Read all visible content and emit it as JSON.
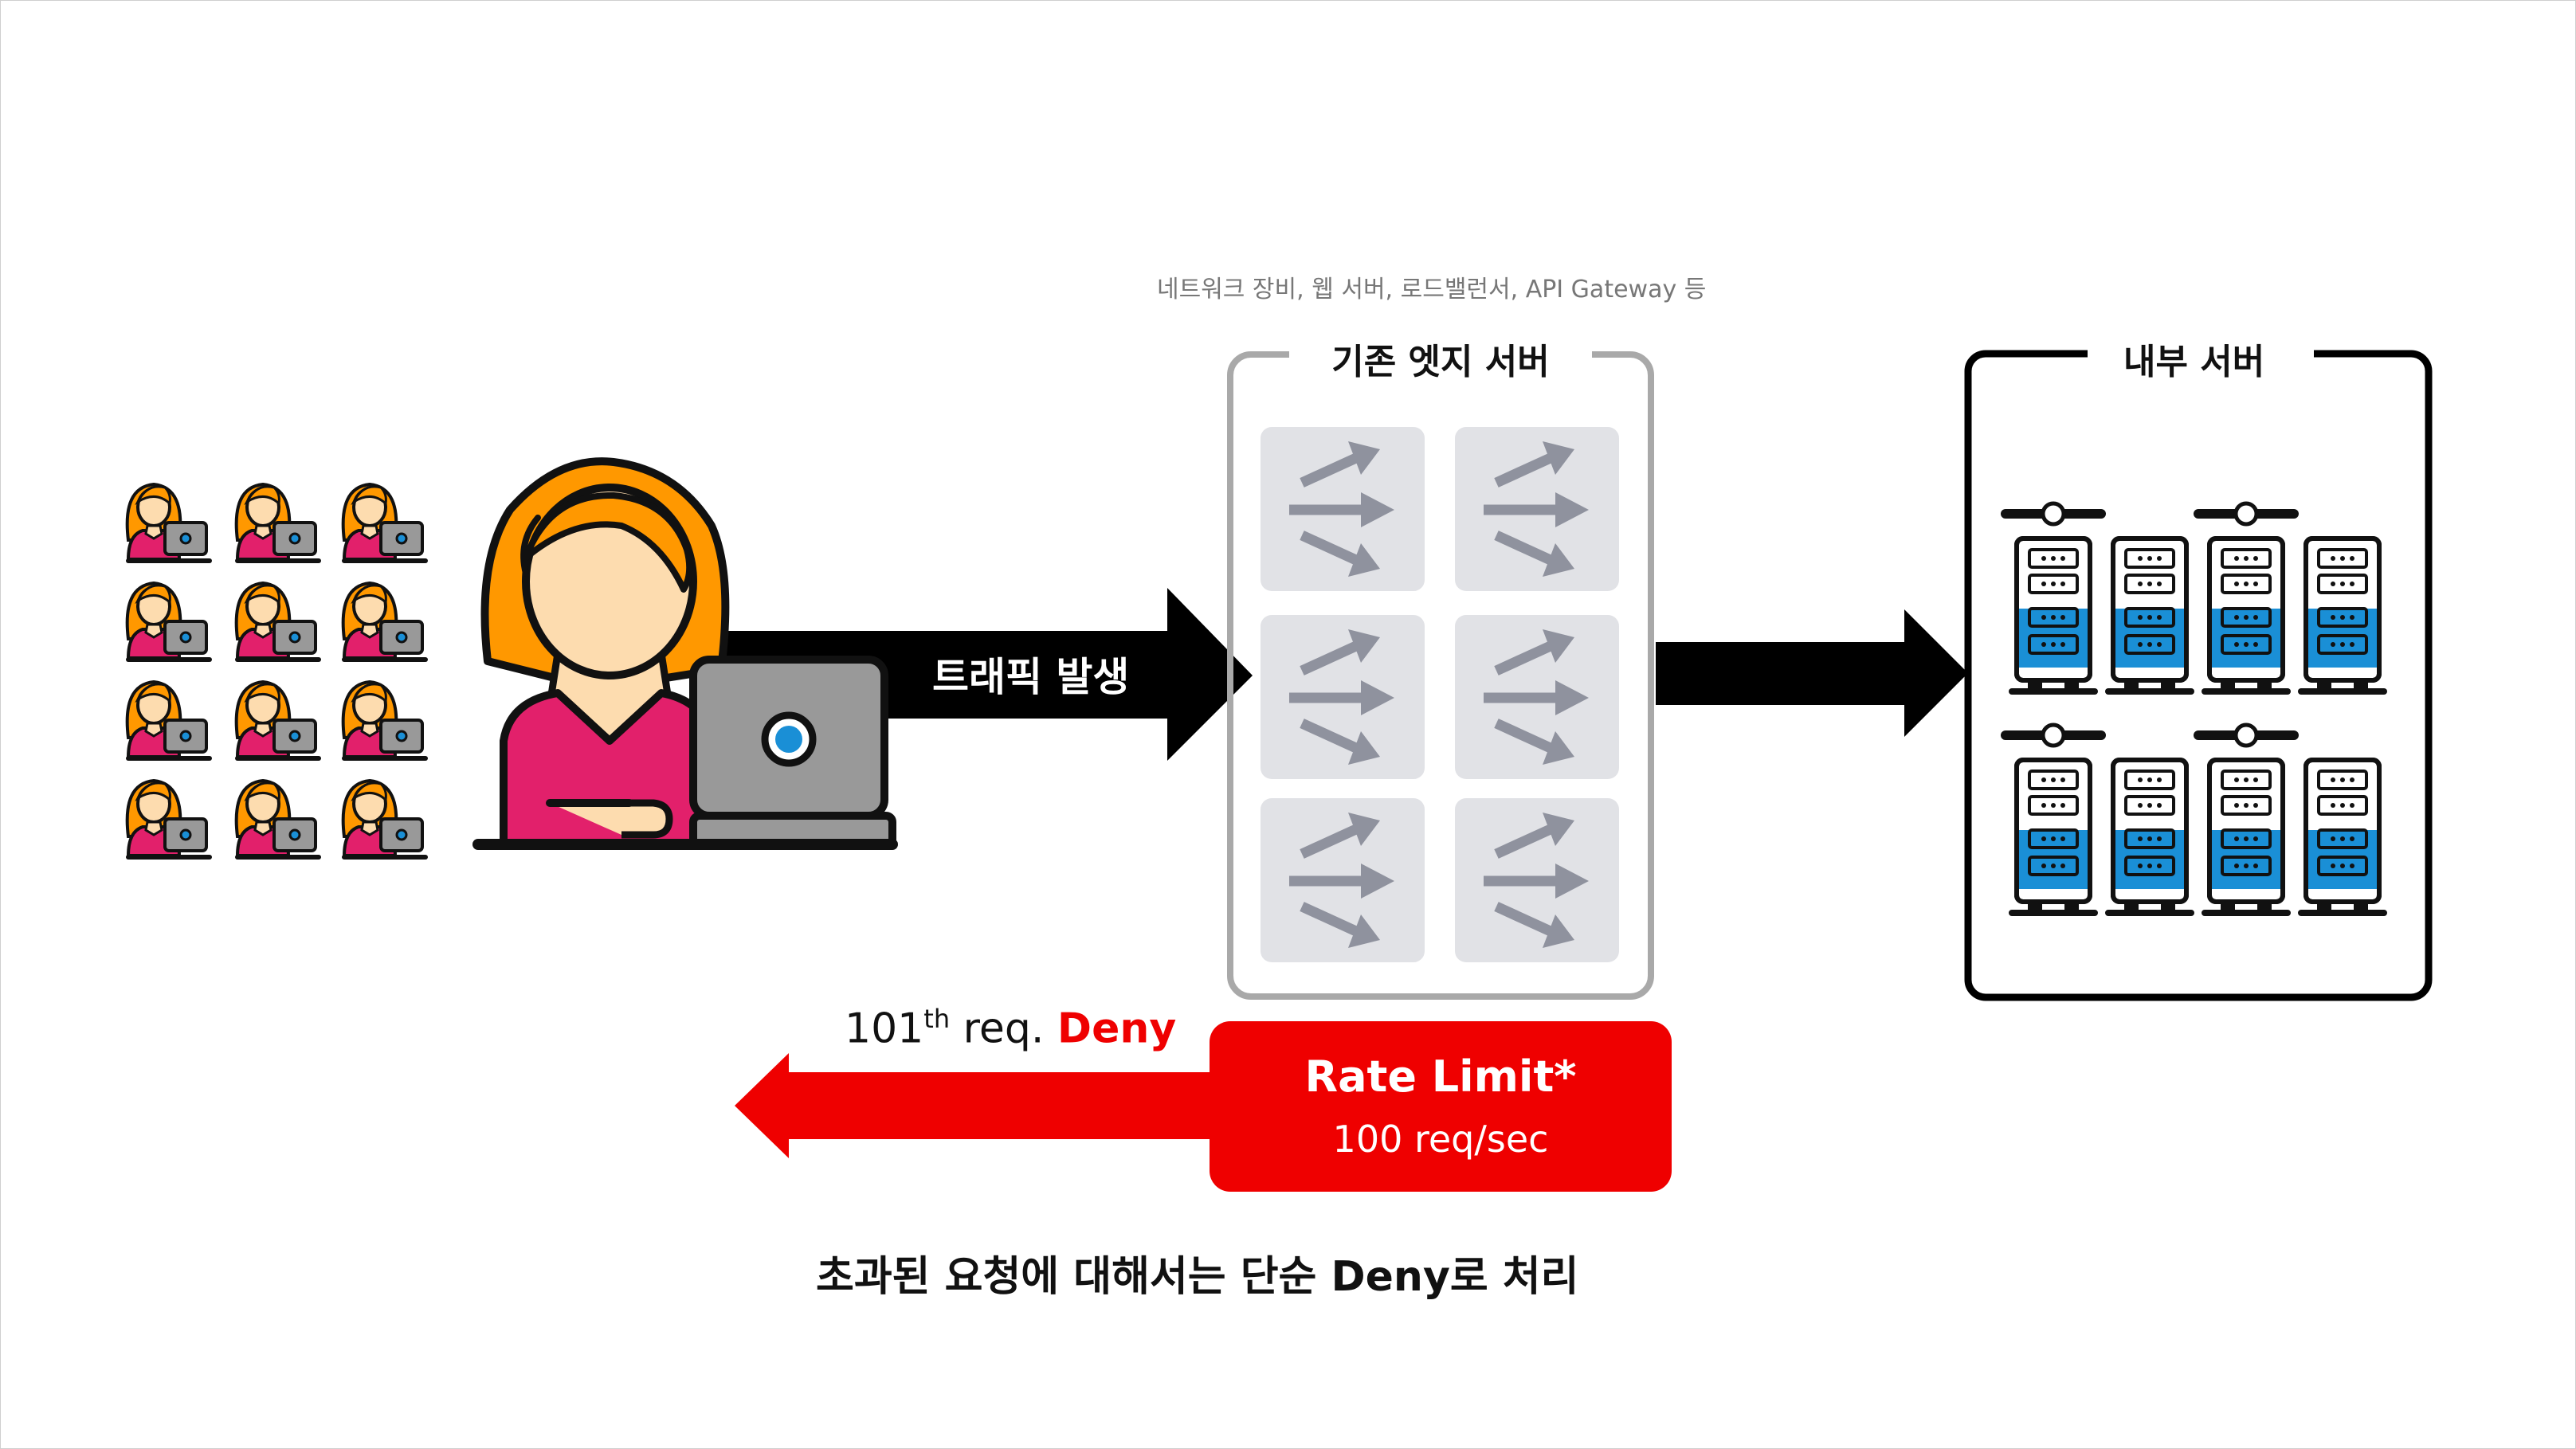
{
  "caption": "네트워크 장비, 웹 서버, 로드밸런서, API Gateway 등",
  "edge_box": {
    "title": "기존 엣지 서버"
  },
  "internal_box": {
    "title": "내부 서버"
  },
  "traffic_arrow": {
    "label": "트래픽 발생"
  },
  "deny_arrow": {
    "count": "101",
    "suffix": "th",
    "text": "req.",
    "deny_word": "Deny"
  },
  "rate_limit": {
    "title": "Rate Limit*",
    "subtitle": "100 req/sec"
  },
  "conclusion": "초과된 요청에 대해서는 단순 Deny로 처리",
  "icons": {
    "user": "user-at-laptop-icon",
    "switch": "switch-arrows-icon",
    "server": "server-rack-icon"
  },
  "colors": {
    "accent_red": "#ef0000",
    "hair_orange": "#ff9800",
    "shirt_pink": "#e2206b",
    "server_blue": "#1a8fd6",
    "switch_bg": "#e1e2e6",
    "switch_arrow": "#8f929e"
  }
}
